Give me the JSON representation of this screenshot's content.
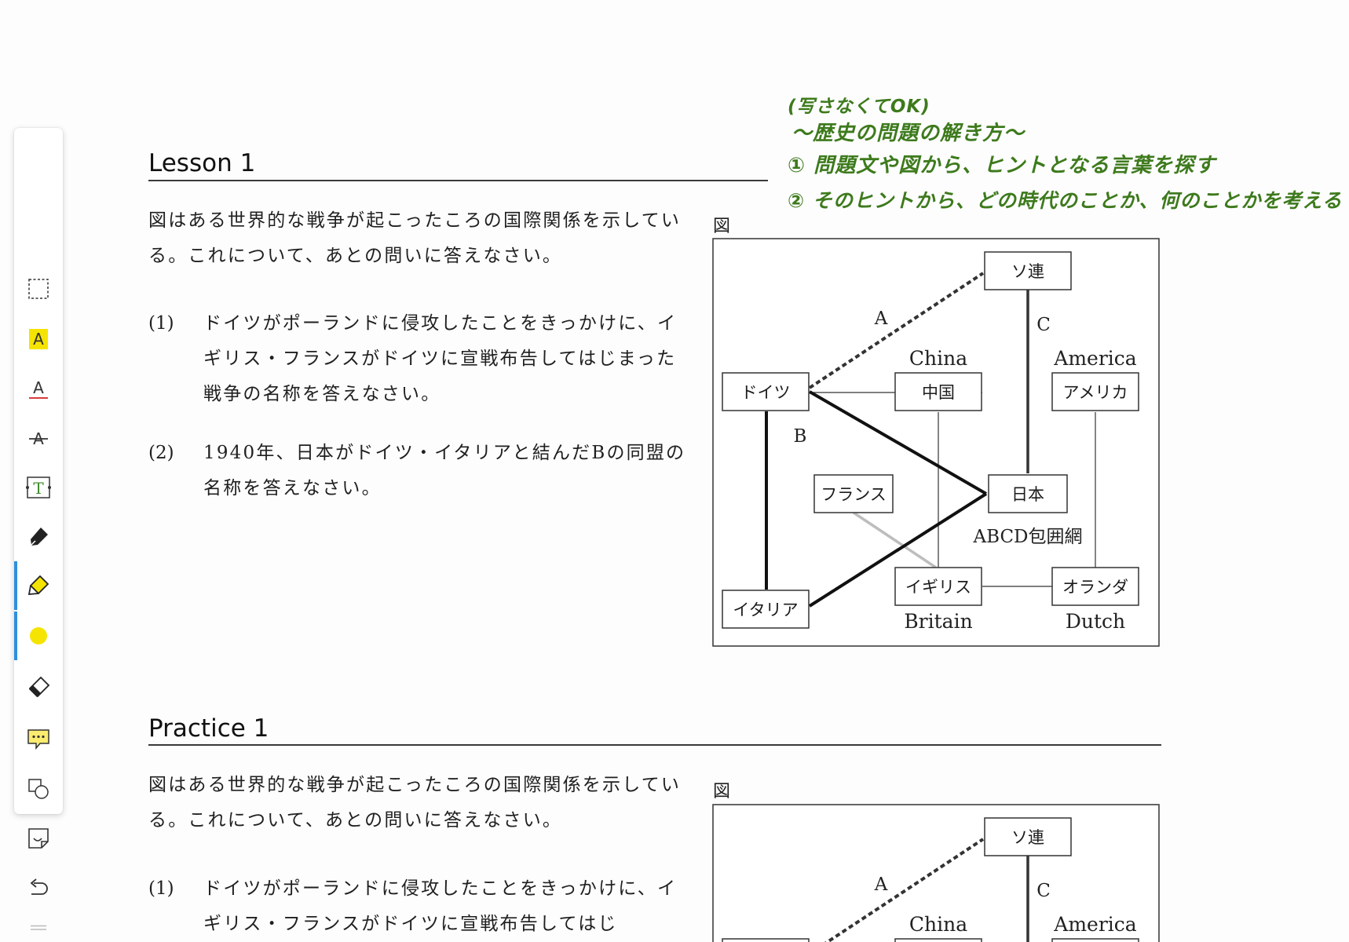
{
  "toolbar": {
    "tools": [
      {
        "name": "selection-tool",
        "icon": "dashed-rectangle-icon"
      },
      {
        "name": "highlight-text-tool",
        "icon": "highlighted-a-icon"
      },
      {
        "name": "underline-text-tool",
        "icon": "underlined-a-icon"
      },
      {
        "name": "strikethrough-text-tool",
        "icon": "strikethrough-a-icon"
      },
      {
        "name": "text-box-tool",
        "icon": "text-box-icon"
      },
      {
        "name": "pen-tool",
        "icon": "pen-icon"
      },
      {
        "name": "highlighter-tool",
        "icon": "highlighter-icon",
        "active": true
      },
      {
        "name": "color-picker",
        "icon": "yellow-dot-icon",
        "color": "#f5e400"
      },
      {
        "name": "eraser-tool",
        "icon": "eraser-icon"
      },
      {
        "name": "comment-tool",
        "icon": "speech-bubble-icon"
      },
      {
        "name": "shapes-tool",
        "icon": "shapes-icon"
      },
      {
        "name": "sticker-tool",
        "icon": "sticker-icon"
      },
      {
        "name": "undo-button",
        "icon": "undo-icon"
      }
    ],
    "accent_color": "#2f8fdd"
  },
  "lesson": {
    "title": "Lesson 1",
    "intro": "図はある世界的な戦争が起こったころの国際関係を示している。これについて、あとの問いに答えなさい。",
    "q1_num": "(1)",
    "q1_text": "ドイツがポーランドに侵攻したことをきっかけに、イギリス・フランスがドイツに宣戦布告してはじまった戦争の名称を答えなさい。",
    "q2_num": "(2)",
    "q2_text": "1940年、日本がドイツ・イタリアと結んだBの同盟の名称を答えなさい。",
    "figure_label": "図"
  },
  "diagram": {
    "soviet": "ソ連",
    "germany": "ドイツ",
    "china_en": "China",
    "china": "中国",
    "america_en": "America",
    "america": "アメリカ",
    "france": "フランス",
    "japan": "日本",
    "italy": "イタリア",
    "britain": "イギリス",
    "britain_en": "Britain",
    "dutch": "オランダ",
    "dutch_en": "Dutch",
    "label_a": "A",
    "label_b": "B",
    "label_c": "C",
    "abcd": "ABCD包囲網"
  },
  "notes": {
    "line1": "(写さなくてOK)",
    "line2": "～歴史の問題の解き方～",
    "line3": "① 問題文や図から、ヒントとなる言葉を探す",
    "line4": "② そのヒントから、どの時代のことか、何のことかを考える",
    "color": "#3d7a1c"
  },
  "practice": {
    "title": "Practice 1",
    "intro": "図はある世界的な戦争が起こったころの国際関係を示している。これについて、あとの問いに答えなさい。",
    "q1_num": "(1)",
    "q1_text": "ドイツがポーランドに侵攻したことをきっかけに、イギリス・フランスがドイツに宣戦布告してはじ",
    "figure_label": "図"
  }
}
